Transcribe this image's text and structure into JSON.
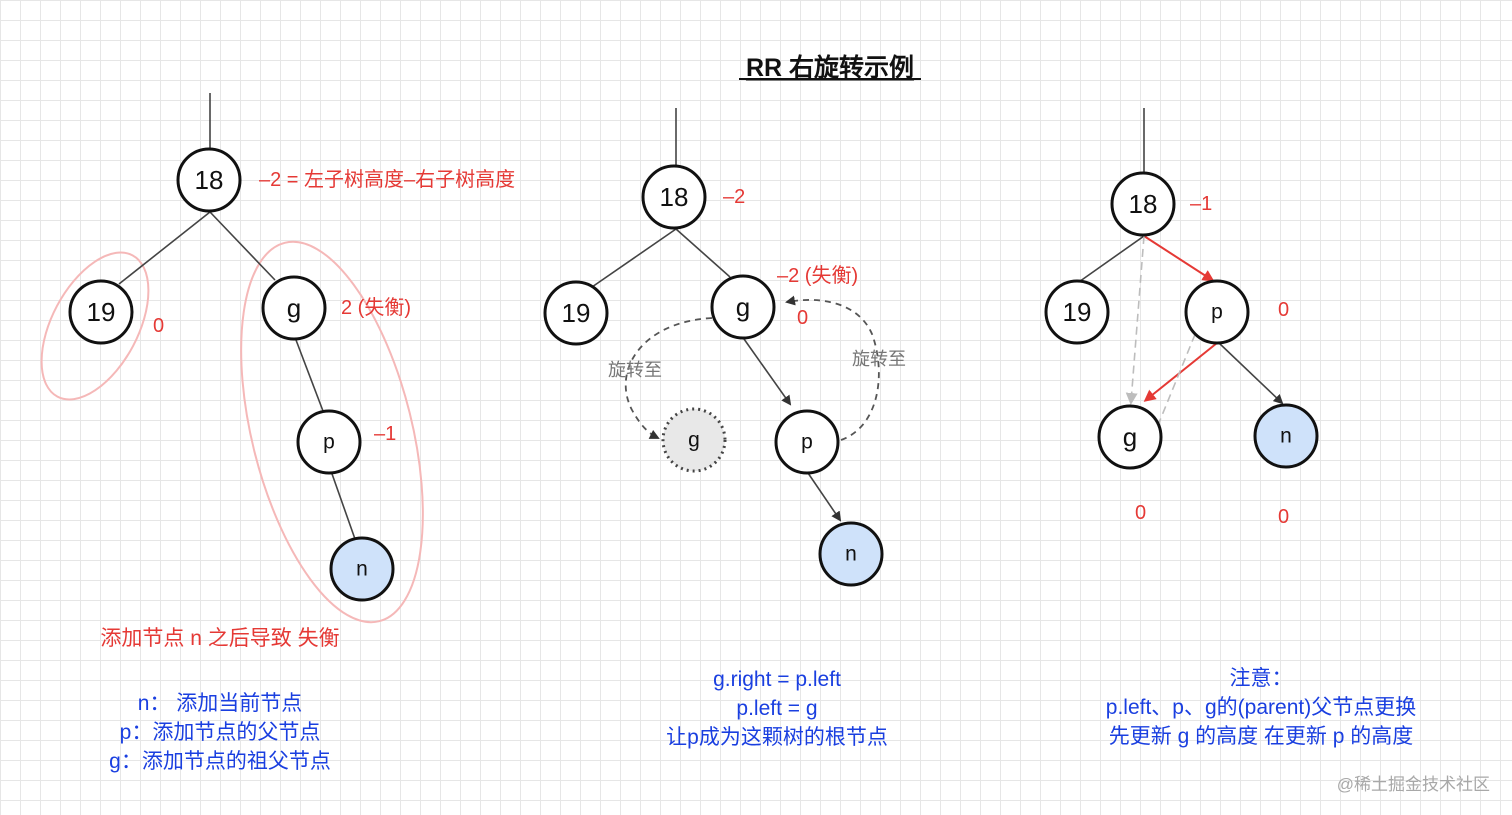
{
  "title": "RR 右旋转示例",
  "panel1": {
    "nodes": {
      "root": "18",
      "left": "19",
      "g": "g",
      "p": "p",
      "n": "n"
    },
    "labels": {
      "root_balance": "–2 = 左子树高度–右子树高度",
      "left_balance": "0",
      "g_balance": "2 (失衡)",
      "p_balance": "–1"
    },
    "caption_red": "添加节点 n 之后导致 失衡",
    "legend": [
      "n：  添加当前节点",
      "p：添加节点的父节点",
      "g：添加节点的祖父节点"
    ]
  },
  "panel2": {
    "nodes": {
      "root": "18",
      "left": "19",
      "g": "g",
      "ghost_g": "g",
      "p": "p",
      "n": "n"
    },
    "labels": {
      "root_balance": "–2",
      "g_balance": "–2 (失衡)",
      "g_zero": "0",
      "rotate_left": "旋转至",
      "rotate_right": "旋转至"
    },
    "caption": [
      "g.right = p.left",
      "p.left = g",
      "让p成为这颗树的根节点"
    ]
  },
  "panel3": {
    "nodes": {
      "root": "18",
      "left": "19",
      "p": "p",
      "g": "g",
      "n": "n"
    },
    "labels": {
      "root_balance": "–1",
      "p_balance": "0",
      "g_balance": "0",
      "n_balance": "0"
    },
    "caption": [
      "注意：",
      "p.left、p、g的(parent)父节点更换",
      "先更新 g 的高度  在更新 p 的高度"
    ]
  },
  "watermark": "@稀土掘金技术社区",
  "colors": {
    "red": "#e53935",
    "blue": "#1a3fe0",
    "node_fill_new": "#cfe2fa",
    "highlight": "#f5b8b8"
  }
}
